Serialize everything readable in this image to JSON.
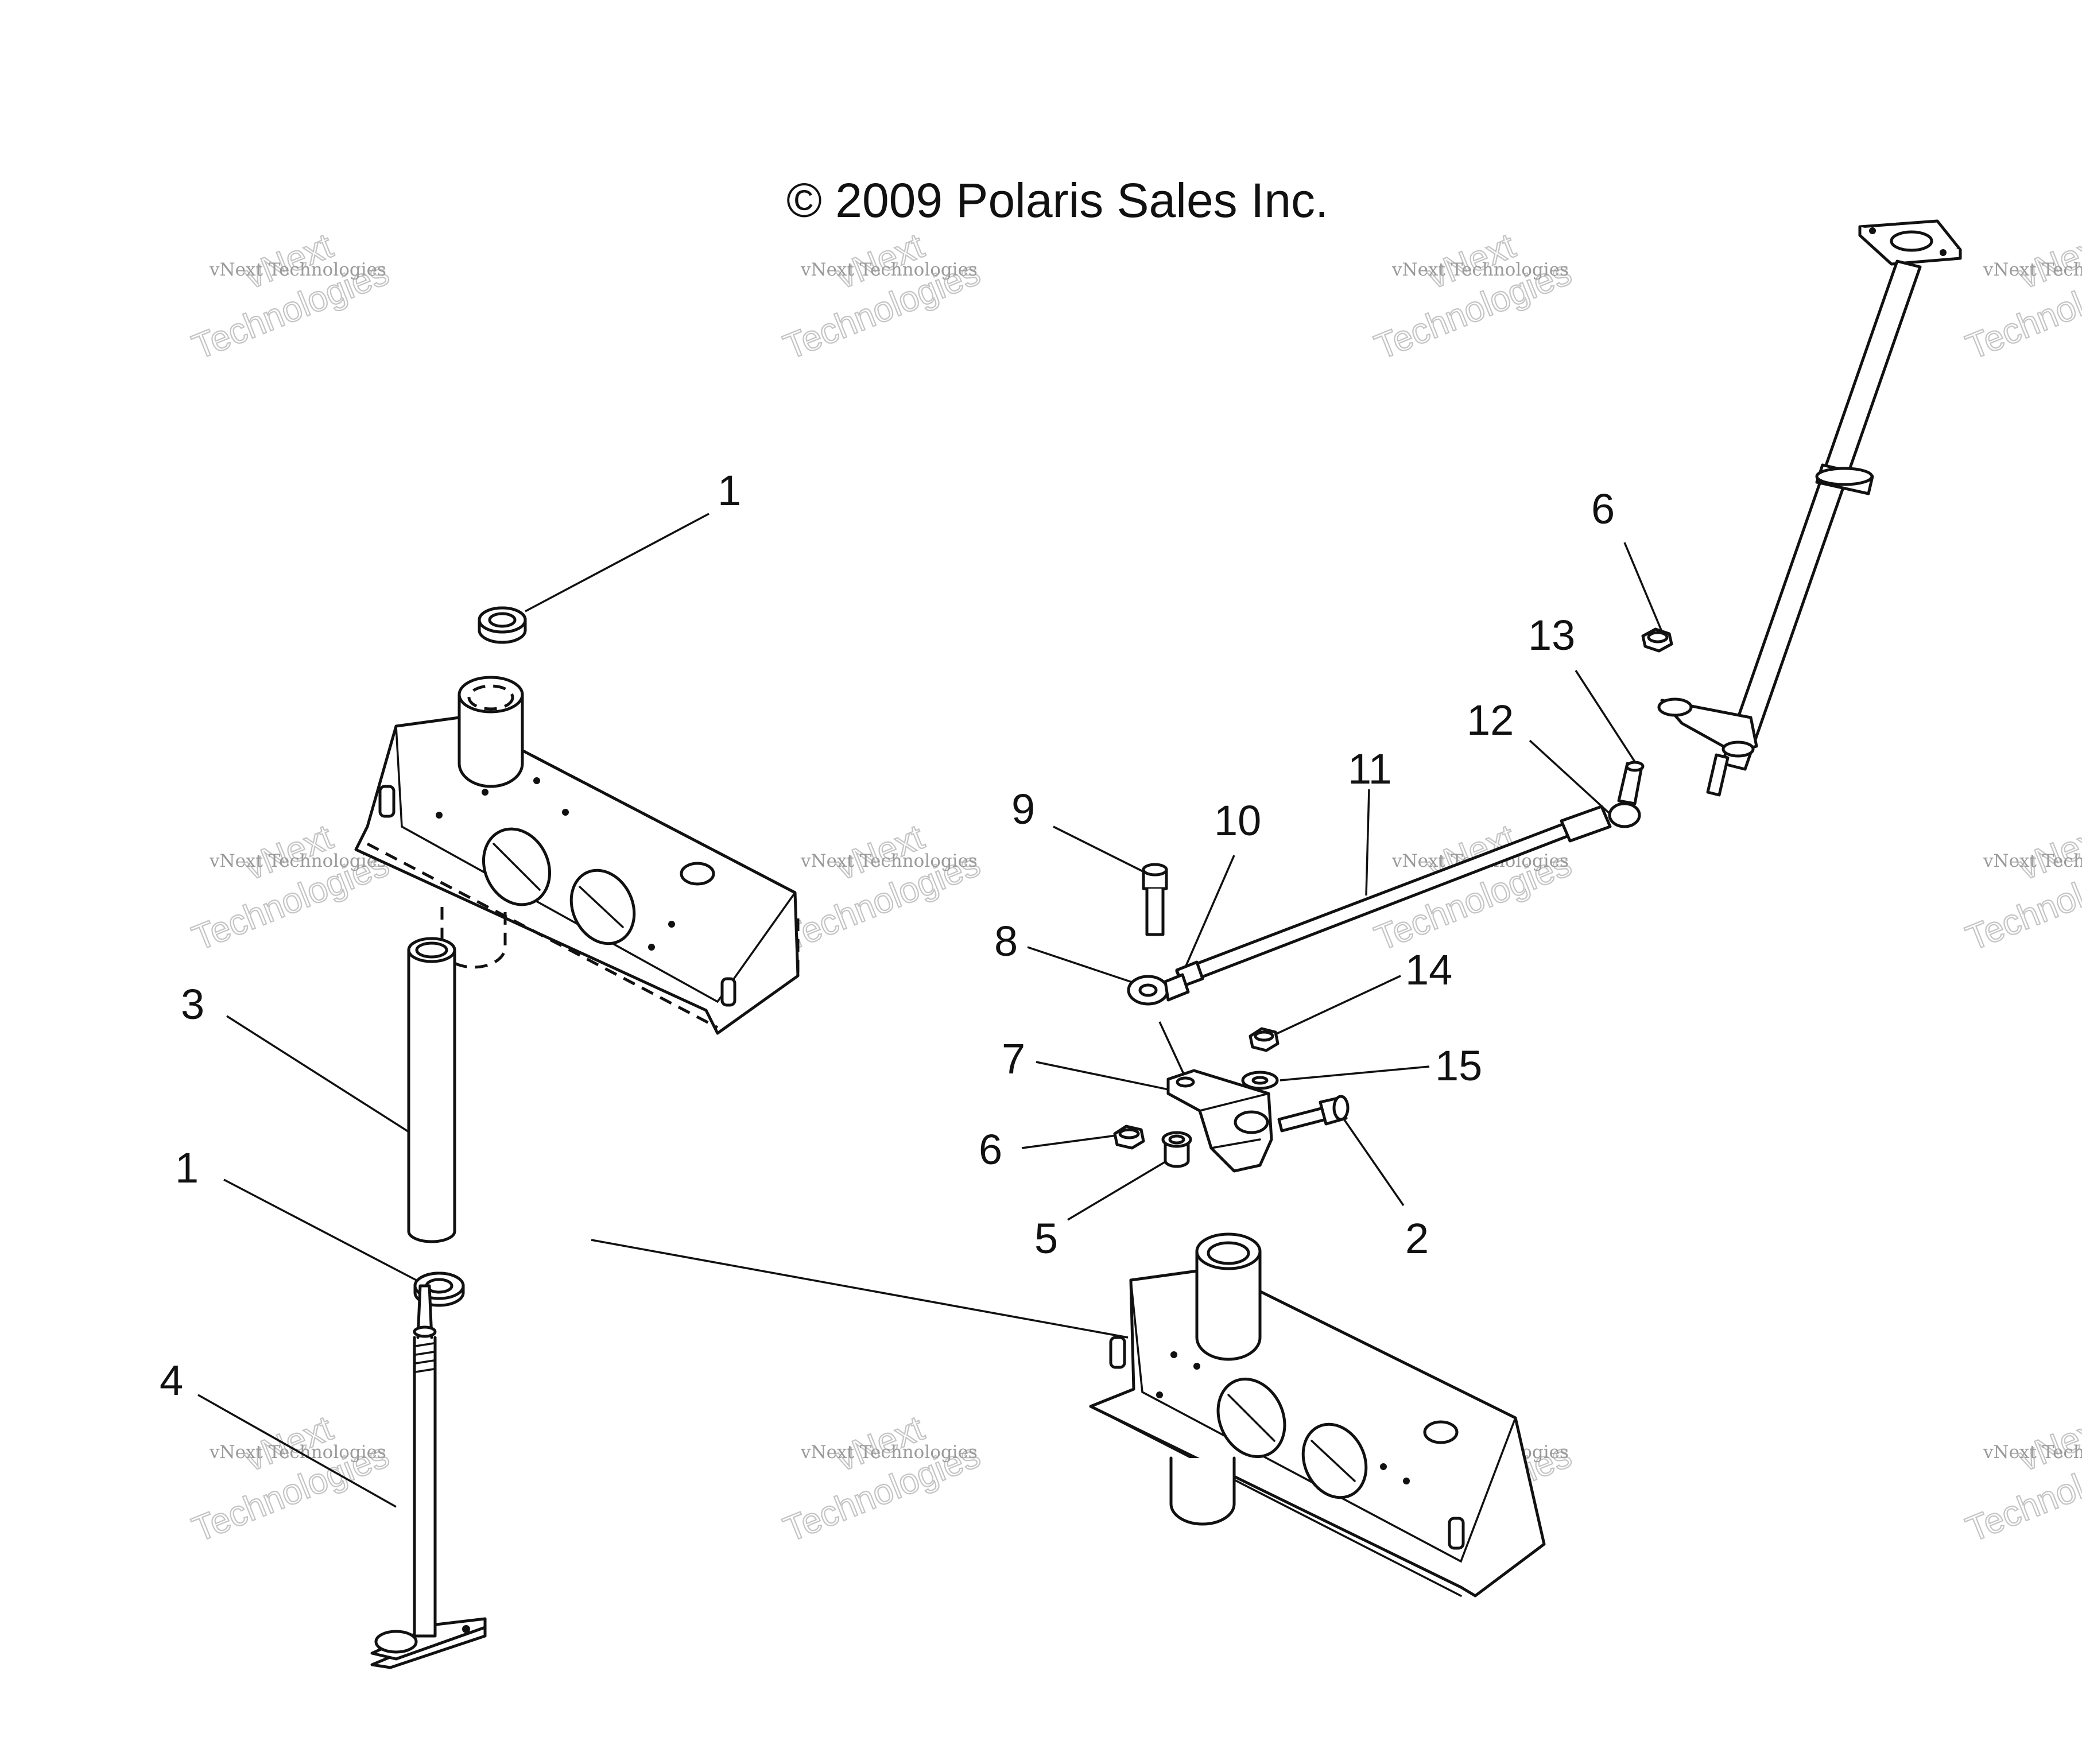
{
  "diagram": {
    "copyright": "© 2009 Polaris Sales Inc.",
    "watermark": {
      "line1": "vNext Technologies",
      "line2a": "vNext",
      "line2b": "Technologies"
    },
    "callouts": {
      "c1_top": "1",
      "c1_bottom": "1",
      "c2": "2",
      "c3": "3",
      "c4": "4",
      "c5": "5",
      "c6_right": "6",
      "c6_left": "6",
      "c7": "7",
      "c8": "8",
      "c9": "9",
      "c10": "10",
      "c11": "11",
      "c12": "12",
      "c13": "13",
      "c14": "14",
      "c15": "15"
    }
  }
}
